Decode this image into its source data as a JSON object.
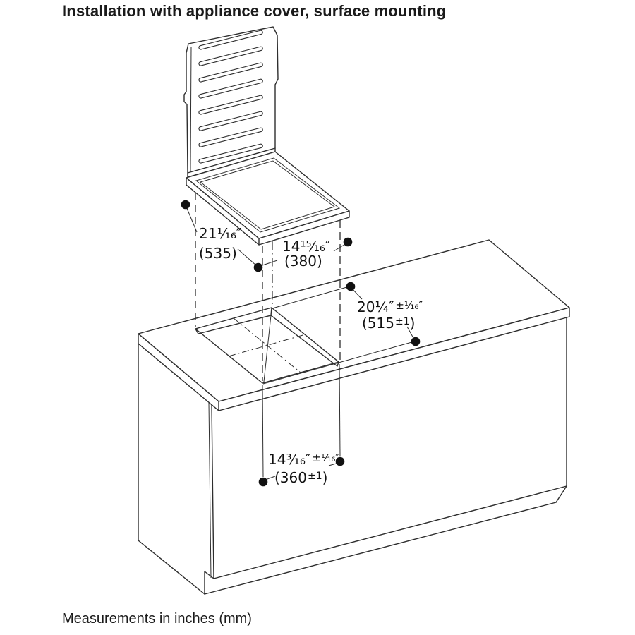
{
  "title": "Installation with appliance cover, surface mounting",
  "footer": {
    "note": "Measurements in inches (mm)"
  },
  "diagram": {
    "type": "isometric installation drawing",
    "subject": "Appliance with open appliance cover shown above a cabinet worktop with rectangular mounting cutout",
    "appliance": {
      "cover_slats": 8
    },
    "colors": {
      "line": "#2e2e2e",
      "text": "#111111",
      "background": "#ffffff"
    },
    "dimensions": {
      "appliance_depth": {
        "inches": "21¹⁄₁₆″",
        "mm": "(535)"
      },
      "appliance_width": {
        "inches": "14¹⁵⁄₁₆″",
        "mm": "(380)"
      },
      "cutout_depth": {
        "inches": "20¼″",
        "tolerance": "±¹⁄₁₆″",
        "mm_open": "(515",
        "mm_tolerance": "±1",
        "mm_close": ")"
      },
      "cutout_width": {
        "inches": "14³⁄₁₆″",
        "tolerance": "±¹⁄₁₆″",
        "mm_open": "(360",
        "mm_tolerance": "±1",
        "mm_close": ")"
      }
    }
  }
}
